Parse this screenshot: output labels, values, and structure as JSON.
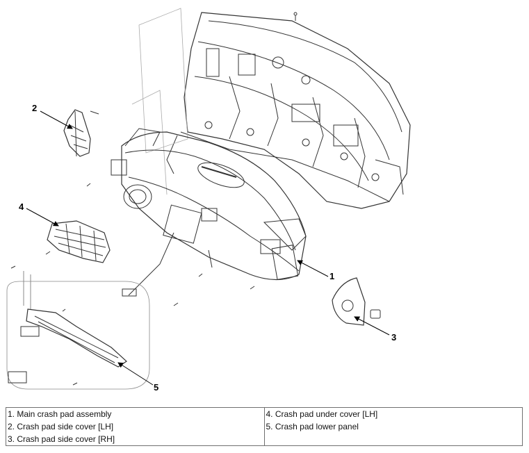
{
  "callouts": [
    {
      "id": "c1",
      "text": "1"
    },
    {
      "id": "c2",
      "text": "2"
    },
    {
      "id": "c3",
      "text": "3"
    },
    {
      "id": "c4",
      "text": "4"
    },
    {
      "id": "c5",
      "text": "5"
    }
  ],
  "legend": {
    "left": [
      "1. Main crash pad assembly",
      "2. Crash pad side cover [LH]",
      "3. Crash pad side cover [RH]"
    ],
    "right": [
      "4. Crash pad under cover [LH]",
      "5. Crash pad lower panel"
    ]
  }
}
